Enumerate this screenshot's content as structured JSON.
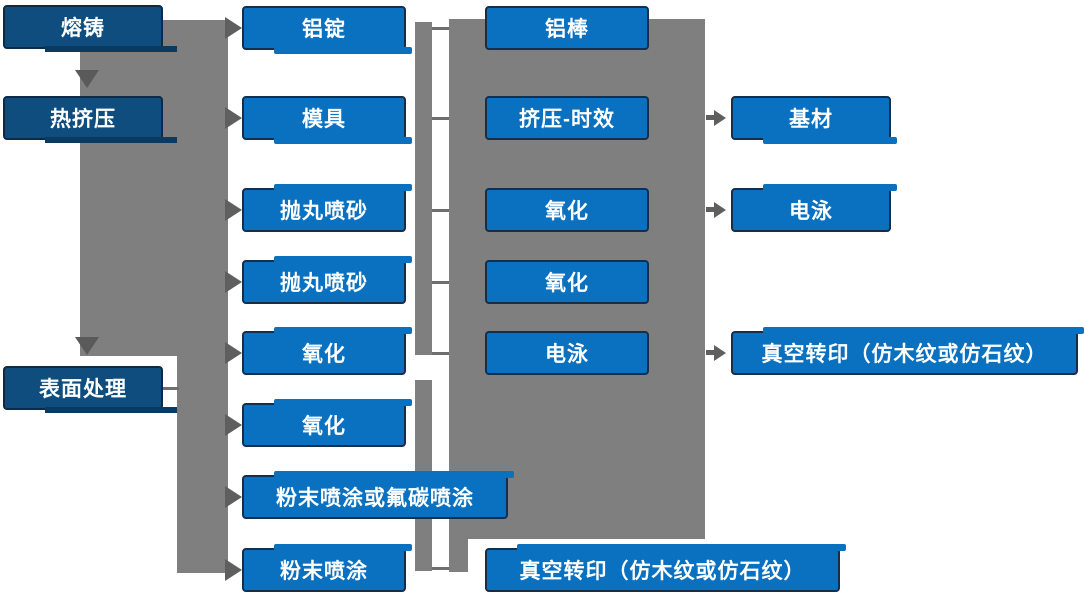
{
  "colors": {
    "background": "#ffffff",
    "dark_box_fill": "#0e4d7e",
    "bright_box_fill": "#0a70c0",
    "box_border": "#142e4b",
    "band_gray": "#7f7f7f",
    "arrow_gray": "#5f5f5f"
  },
  "columns": [
    {
      "name": "stages",
      "items": [
        {
          "label": "熔铸"
        },
        {
          "label": "热挤压"
        },
        {
          "label": "表面处理"
        }
      ]
    },
    {
      "name": "preparation",
      "items": [
        {
          "label": "铝锭"
        },
        {
          "label": "模具"
        },
        {
          "label": "抛丸喷砂"
        },
        {
          "label": "抛丸喷砂"
        },
        {
          "label": "氧化"
        },
        {
          "label": "氧化"
        },
        {
          "label": "粉末喷涂或氟碳喷涂"
        },
        {
          "label": "粉末喷涂"
        }
      ]
    },
    {
      "name": "processing",
      "items": [
        {
          "label": "铝棒"
        },
        {
          "label": "挤压-时效"
        },
        {
          "label": "氧化"
        },
        {
          "label": "氧化"
        },
        {
          "label": "电泳"
        },
        {
          "label": "真空转印（仿木纹或仿石纹）"
        }
      ]
    },
    {
      "name": "finishes",
      "items": [
        {
          "label": "基材"
        },
        {
          "label": "电泳"
        },
        {
          "label": "真空转印（仿木纹或仿石纹）"
        }
      ]
    }
  ]
}
